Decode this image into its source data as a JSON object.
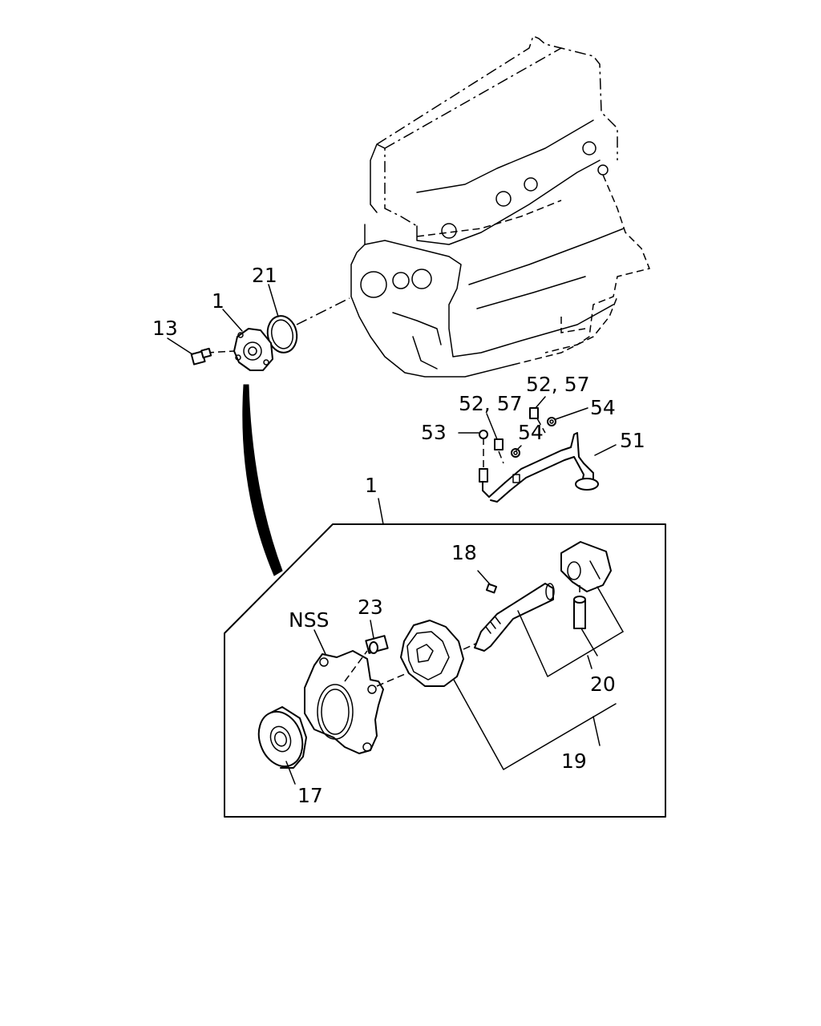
{
  "labels": {
    "l1_top": "1",
    "l13": "13",
    "l21": "21",
    "l52_57_a": "52, 57",
    "l52_57_b": "52, 57",
    "l54_a": "54",
    "l54_b": "54",
    "l53": "53",
    "l51": "51",
    "l1_box": "1",
    "l18": "18",
    "l23": "23",
    "lNSS": "NSS",
    "l20": "20",
    "l19": "19",
    "l17": "17"
  }
}
